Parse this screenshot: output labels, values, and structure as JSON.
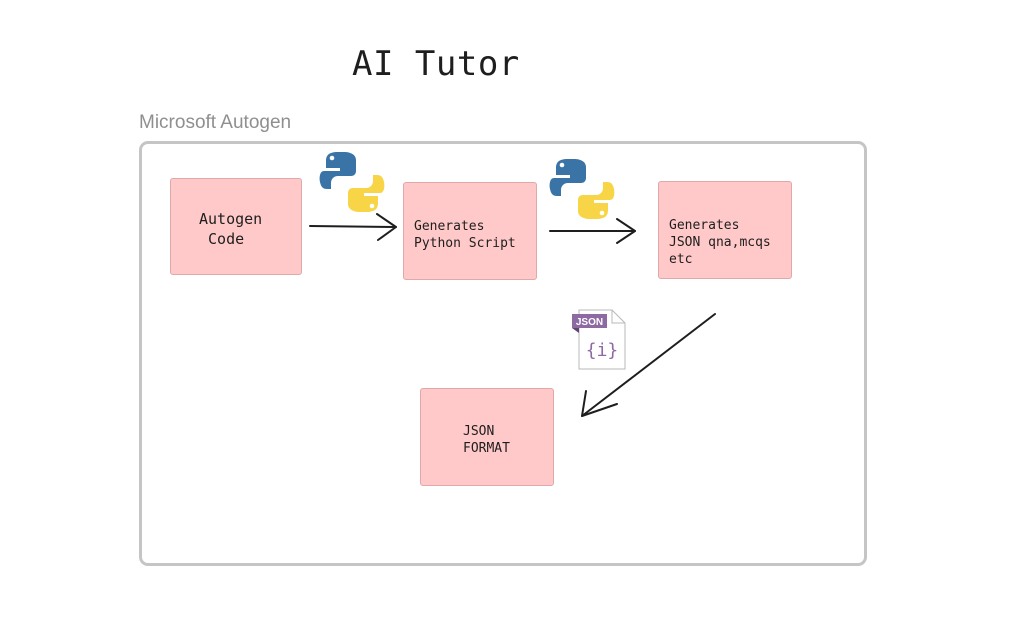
{
  "diagram": {
    "title": "AI Tutor",
    "group_label": "Microsoft Autogen",
    "nodes": [
      {
        "id": "autogen-code",
        "label": "Autogen\n Code"
      },
      {
        "id": "python-script",
        "label": "Generates\nPython Script"
      },
      {
        "id": "json-qna",
        "label": "Generates\nJSON qna,mcqs\netc"
      },
      {
        "id": "json-format",
        "label": "JSON\nFORMAT"
      }
    ],
    "json_icon_text": "JSON",
    "json_icon_glyph": "{i}",
    "colors": {
      "node_fill": "#ffc9c9",
      "frame_stroke": "#c5c5c5",
      "arrow": "#1e1e1e",
      "python_blue": "#3a74a7",
      "python_yellow": "#f7d547",
      "json_purple": "#8e6aa3"
    }
  }
}
